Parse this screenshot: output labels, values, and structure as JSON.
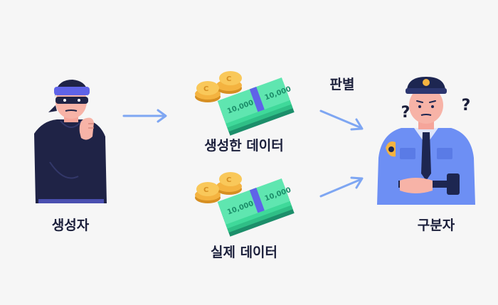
{
  "labels": {
    "generator": "생성자",
    "generated_data": "생성한 데이터",
    "real_data": "실제 데이터",
    "discriminate": "판별",
    "discriminator": "구분자"
  },
  "bill_text": "10,000",
  "question_mark": "?",
  "colors": {
    "background": "#f6f6f6",
    "arrow": "#7ea6f2",
    "text": "#1b1f3b",
    "money_green": "#3fd99a",
    "money_dark_green": "#1c8e6a",
    "coin_gold": "#f4b340",
    "police_blue": "#6d8ff4",
    "police_navy": "#1d2651",
    "thief_band": "#5f63e8"
  },
  "icons": [
    "thief-icon",
    "money-stack-icon",
    "coin-stack-icon",
    "police-officer-icon",
    "arrow-right-icon"
  ]
}
